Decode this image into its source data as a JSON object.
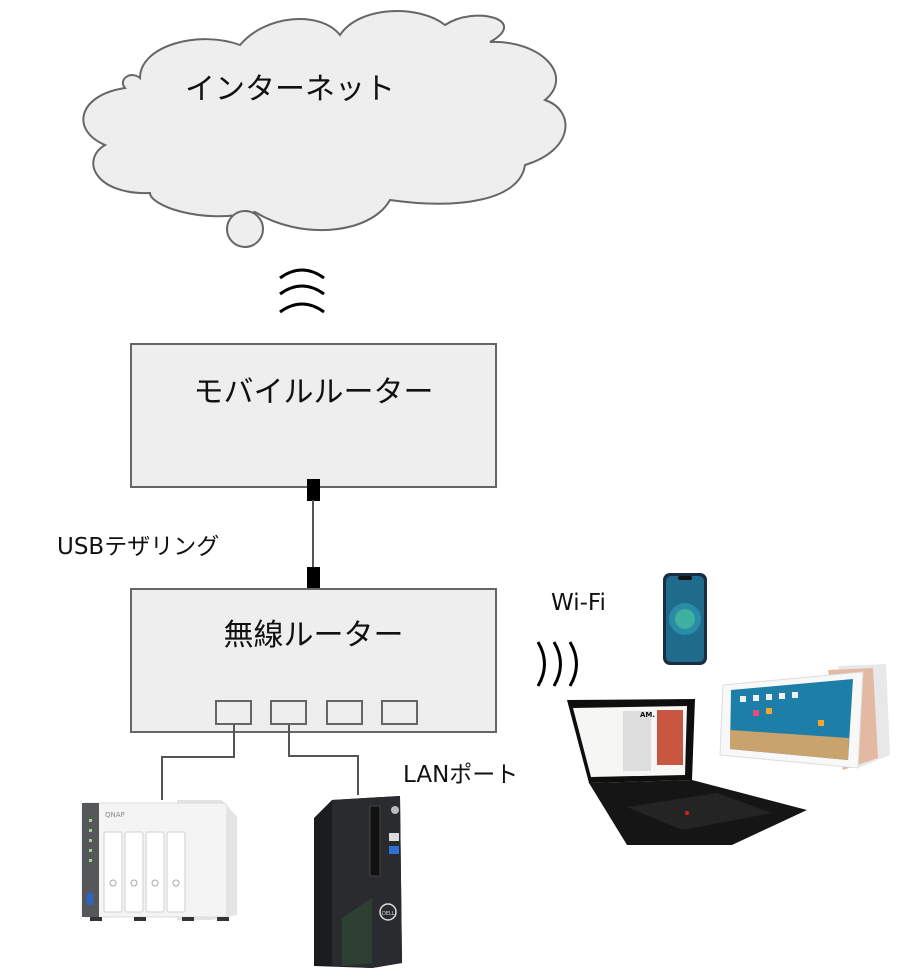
{
  "internet": {
    "label": "インターネット",
    "icon": "cloud-icon"
  },
  "mobile_router": {
    "label": "モバイルルーター"
  },
  "usb_connection": {
    "label": "USBテザリング"
  },
  "wireless_router": {
    "label": "無線ルーター",
    "port_count": 4
  },
  "lan": {
    "label": "LANポート"
  },
  "wifi": {
    "label": "Wi-Fi"
  },
  "devices": [
    {
      "name": "QNAP NAS",
      "brand": "QNAP",
      "type": "nas",
      "connection": "LAN"
    },
    {
      "name": "Dell Vostro desktop",
      "brand": "DELL",
      "type": "desktop",
      "connection": "LAN"
    },
    {
      "name": "iPhone",
      "type": "smartphone",
      "connection": "Wi-Fi"
    },
    {
      "name": "ThinkPad laptop",
      "type": "laptop",
      "connection": "Wi-Fi",
      "screen_text": "AM."
    },
    {
      "name": "iPad",
      "type": "tablet",
      "connection": "Wi-Fi"
    }
  ],
  "colors": {
    "box_fill": "#eeeeee",
    "box_stroke": "#666666",
    "text": "#111111"
  }
}
